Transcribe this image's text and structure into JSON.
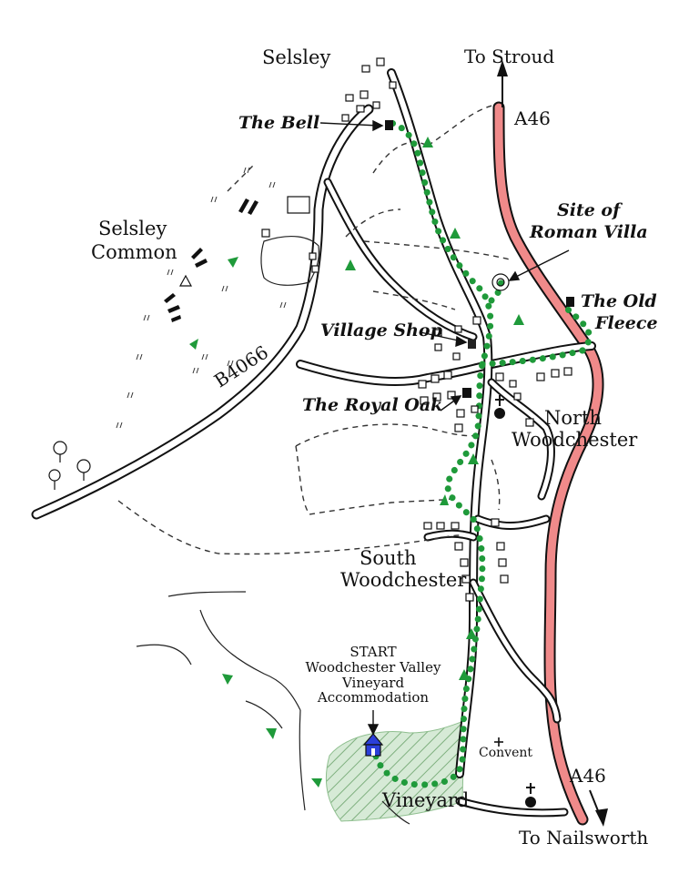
{
  "map": {
    "places": {
      "selsley": "Selsley",
      "selsley_common_1": "Selsley",
      "selsley_common_2": "Common",
      "north_wood_1": "North",
      "north_wood_2": "Woodchester",
      "south_wood_1": "South",
      "south_wood_2": "Woodchester",
      "vineyard": "Vineyard",
      "convent": "Convent"
    },
    "roads": {
      "a46_north": "A46",
      "a46_south": "A46",
      "b4066": "B4066",
      "to_stroud": "To Stroud",
      "to_nailsworth": "To Nailsworth"
    },
    "landmarks": {
      "the_bell": "The Bell",
      "roman_villa_1": "Site of",
      "roman_villa_2": "Roman Villa",
      "old_fleece_1": "The Old",
      "old_fleece_2": "Fleece",
      "village_shop": "Village Shop",
      "royal_oak": "The Royal Oak"
    },
    "start": {
      "line1": "START",
      "line2": "Woodchester Valley",
      "line3": "Vineyard",
      "line4": "Accommodation"
    },
    "colors": {
      "route": "#1f9a3a",
      "a46": "#f08a8a",
      "vineyard": "#cfe5cf",
      "start_house": "#2b3fd9",
      "ink": "#111111"
    }
  }
}
